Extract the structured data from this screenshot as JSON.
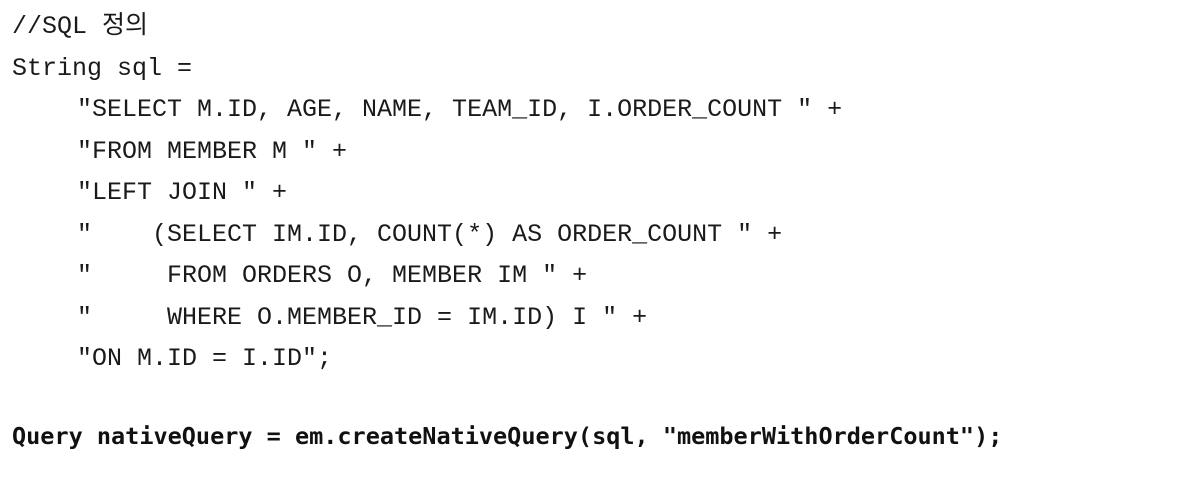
{
  "code": {
    "comment": "//SQL 정의",
    "decl": "String sql =",
    "sql_lines": [
      "\"SELECT M.ID, AGE, NAME, TEAM_ID, I.ORDER_COUNT \" +",
      "\"FROM MEMBER M \" +",
      "\"LEFT JOIN \" +",
      "\"    (SELECT IM.ID, COUNT(*) AS ORDER_COUNT \" +",
      "\"     FROM ORDERS O, MEMBER IM \" +",
      "\"     WHERE O.MEMBER_ID = IM.ID) I \" +",
      "\"ON M.ID = I.ID\";"
    ],
    "query_line": "Query nativeQuery = em.createNativeQuery(sql, \"memberWithOrderCount\");"
  }
}
